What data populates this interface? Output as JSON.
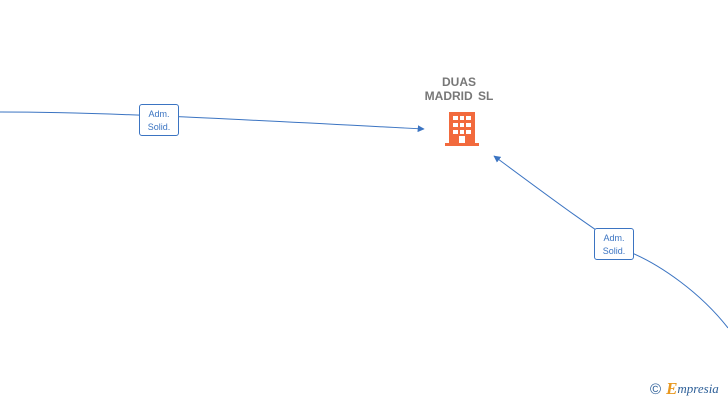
{
  "company": {
    "name_line1": "DUAS",
    "name_line2": "MADRID  SL",
    "icon": "building-icon",
    "icon_color": "#f26a3d"
  },
  "relations": [
    {
      "label_line1": "Adm.",
      "label_line2": "Solid."
    },
    {
      "label_line1": "Adm.",
      "label_line2": "Solid."
    }
  ],
  "edge_color": "#3b74c2",
  "watermark": {
    "symbol": "©",
    "brand_first": "E",
    "brand_rest": "mpresia"
  }
}
